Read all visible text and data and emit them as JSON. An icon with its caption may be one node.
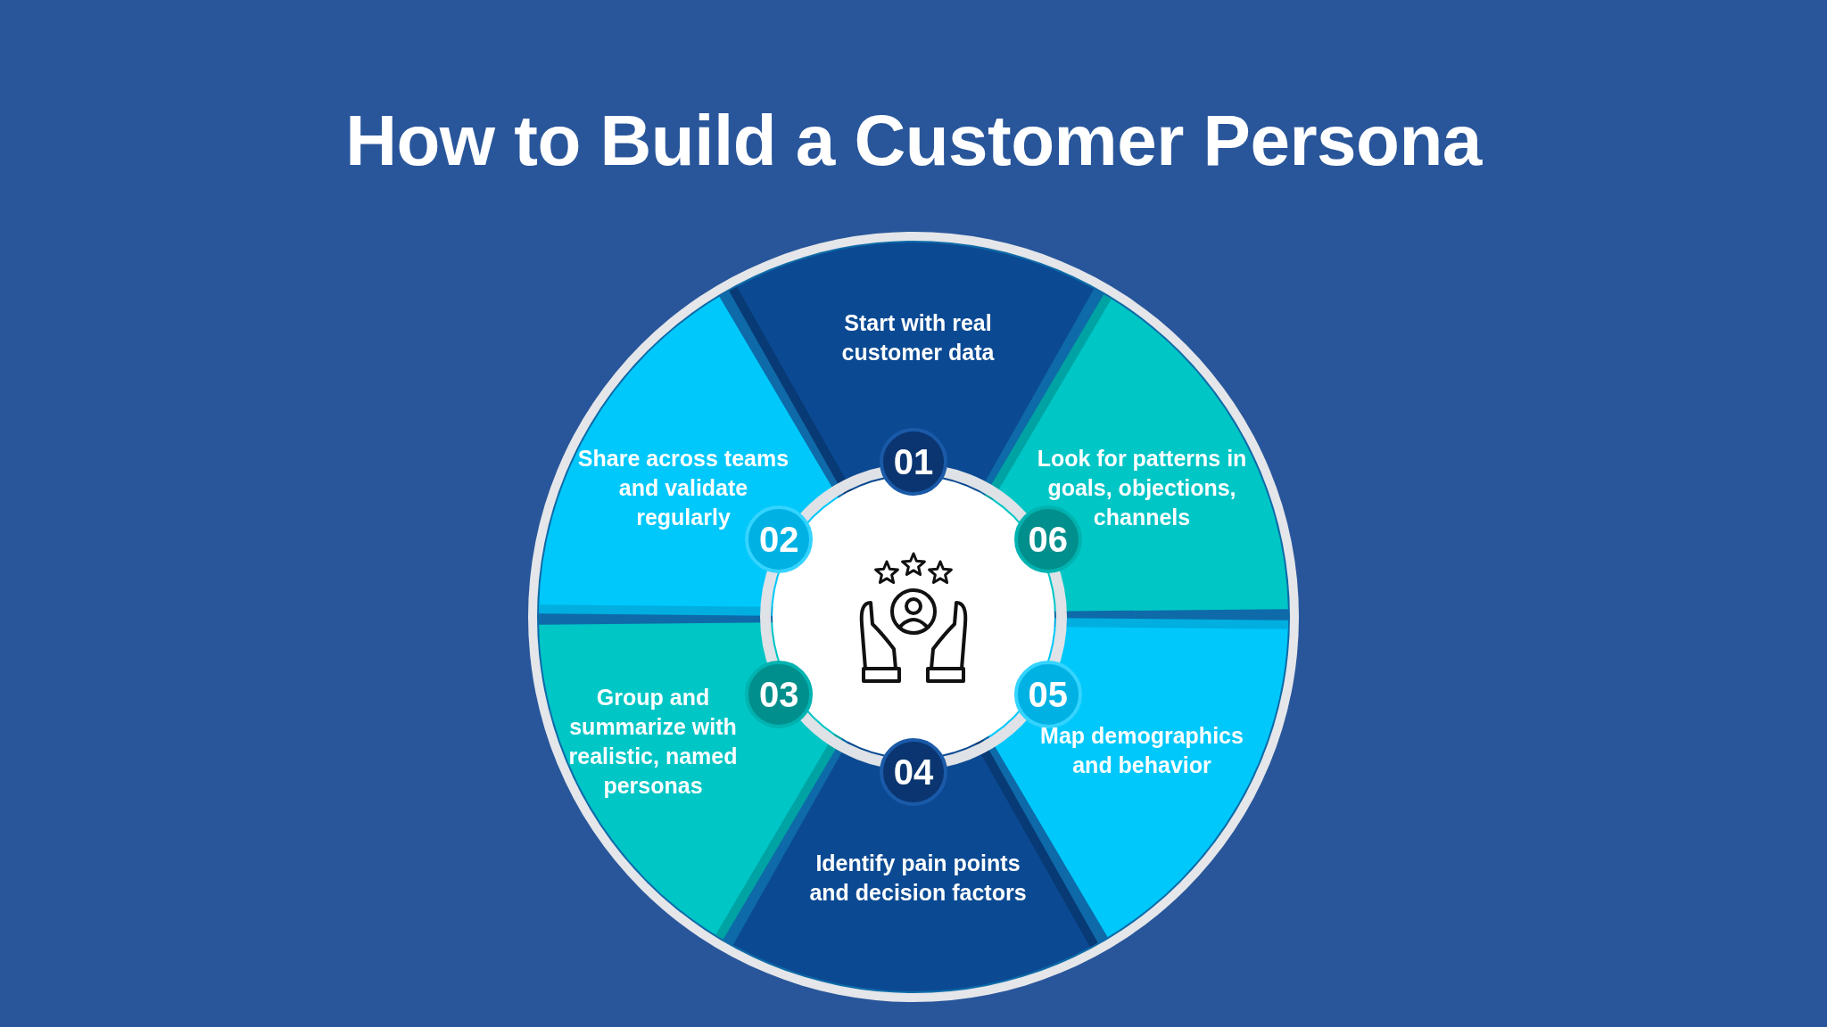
{
  "diagram": {
    "title": "How to Build a Customer Persona",
    "nodes": [
      {
        "text": [
          "Start with real customer data"
        ]
      },
      {
        "text": [
          "Share across teams and validate regularly"
        ]
      },
      {
        "text": [
          "Group and summarize with realistic, named personas"
        ]
      },
      {
        "text": [
          "Identify pain points and decision factors"
        ]
      },
      {
        "text": [
          "Map demographics and behavior"
        ]
      },
      {
        "text": [
          "Look for patterns in goals, objections, channels"
        ]
      }
    ],
    "labels": [
      "01",
      "02",
      "03",
      "04",
      "05",
      "06"
    ]
  }
}
